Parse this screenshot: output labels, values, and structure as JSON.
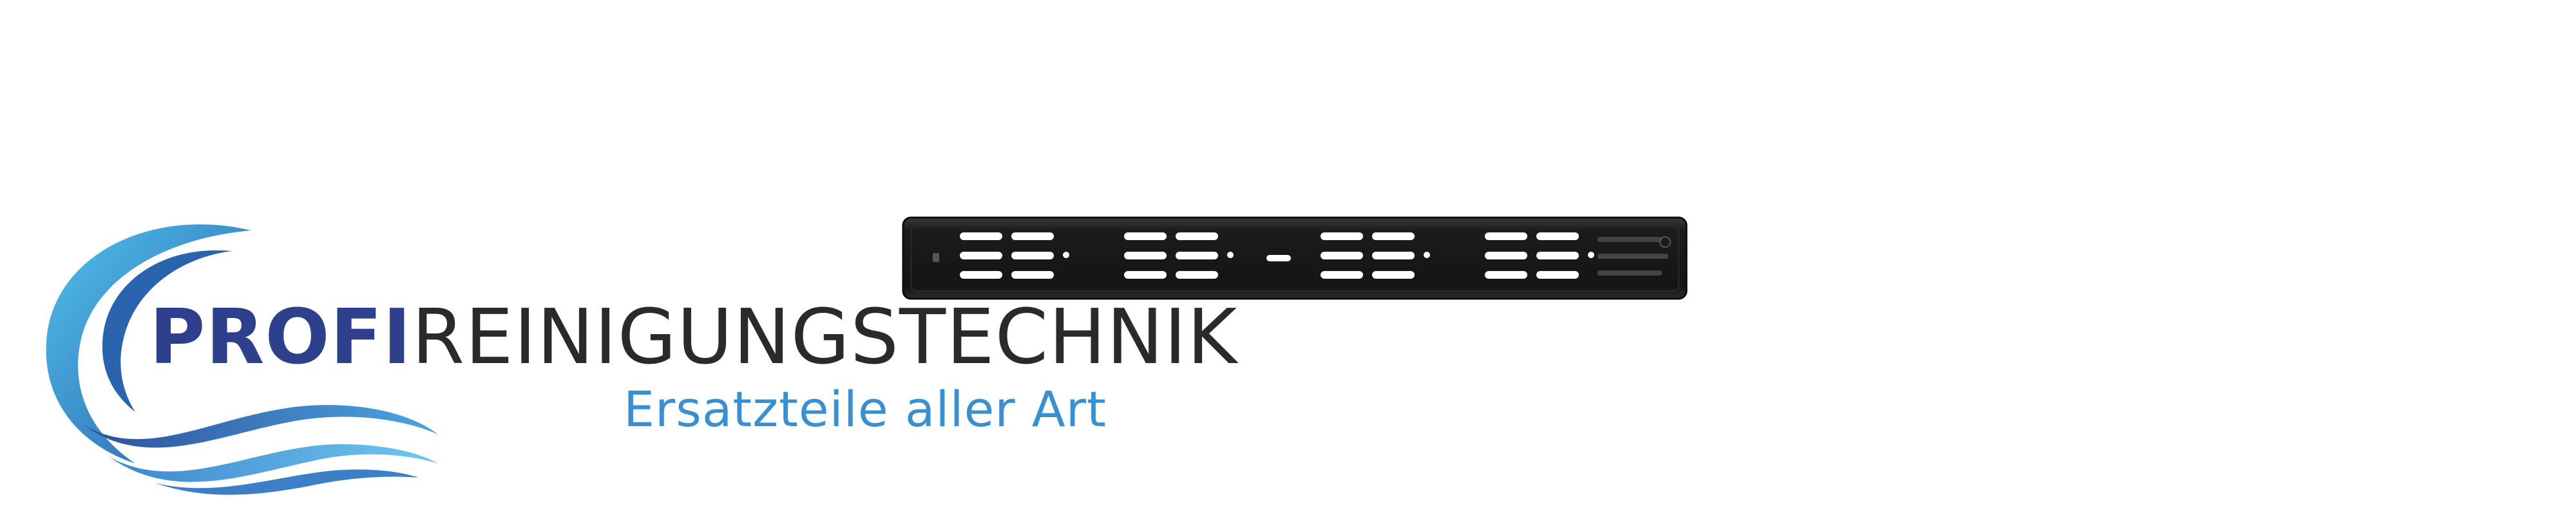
{
  "logo": {
    "brand_bold": "PROFI",
    "brand_light": "REINIGUNGSTECHNIK",
    "tagline": "Ersatzteile aller Art",
    "icon": "wave-icon",
    "colors": {
      "brand_blue": "#2e3f8c",
      "wave_light": "#3ea9e0",
      "wave_dark": "#2e4f9c",
      "text_dark": "#2a2a2a",
      "tagline": "#3a8fd0"
    }
  },
  "product": {
    "icon": "slotted-bar-image",
    "color": "#1c1c1c"
  }
}
